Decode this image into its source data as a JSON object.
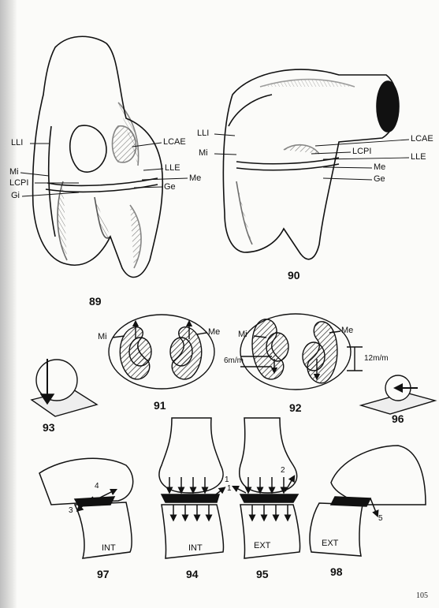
{
  "figures": {
    "fig89": {
      "number": "89",
      "labels": {
        "lli": "LLI",
        "mi": "Mi",
        "lcpi": "LCPI",
        "gi": "Gi",
        "lcae": "LCAE",
        "lle": "LLE",
        "me": "Me",
        "ge": "Ge"
      }
    },
    "fig90": {
      "number": "90",
      "labels": {
        "lli": "LLI",
        "mi": "Mi",
        "lcae": "LCAE",
        "lcpi": "LCPI",
        "lle": "LLE",
        "me": "Me",
        "ge": "Ge"
      }
    },
    "fig91": {
      "number": "91",
      "labels": {
        "mi": "Mi",
        "me": "Me"
      }
    },
    "fig92": {
      "number": "92",
      "labels": {
        "mi": "Mi",
        "me": "Me",
        "left_measure": "6m/m",
        "right_measure": "12m/m"
      }
    },
    "fig93": {
      "number": "93"
    },
    "fig96": {
      "number": "96"
    },
    "fig97": {
      "number": "97",
      "label": "INT",
      "arrows": [
        "3",
        "4"
      ]
    },
    "fig94": {
      "number": "94",
      "label": "INT",
      "arrows": [
        "1"
      ]
    },
    "fig95": {
      "number": "95",
      "label": "EXT",
      "arrows": [
        "1",
        "2"
      ]
    },
    "fig98": {
      "number": "98",
      "label": "EXT",
      "arrows": [
        "5"
      ]
    }
  },
  "page_number": "105",
  "colors": {
    "ink": "#111111",
    "paper": "#fbfbf9"
  }
}
